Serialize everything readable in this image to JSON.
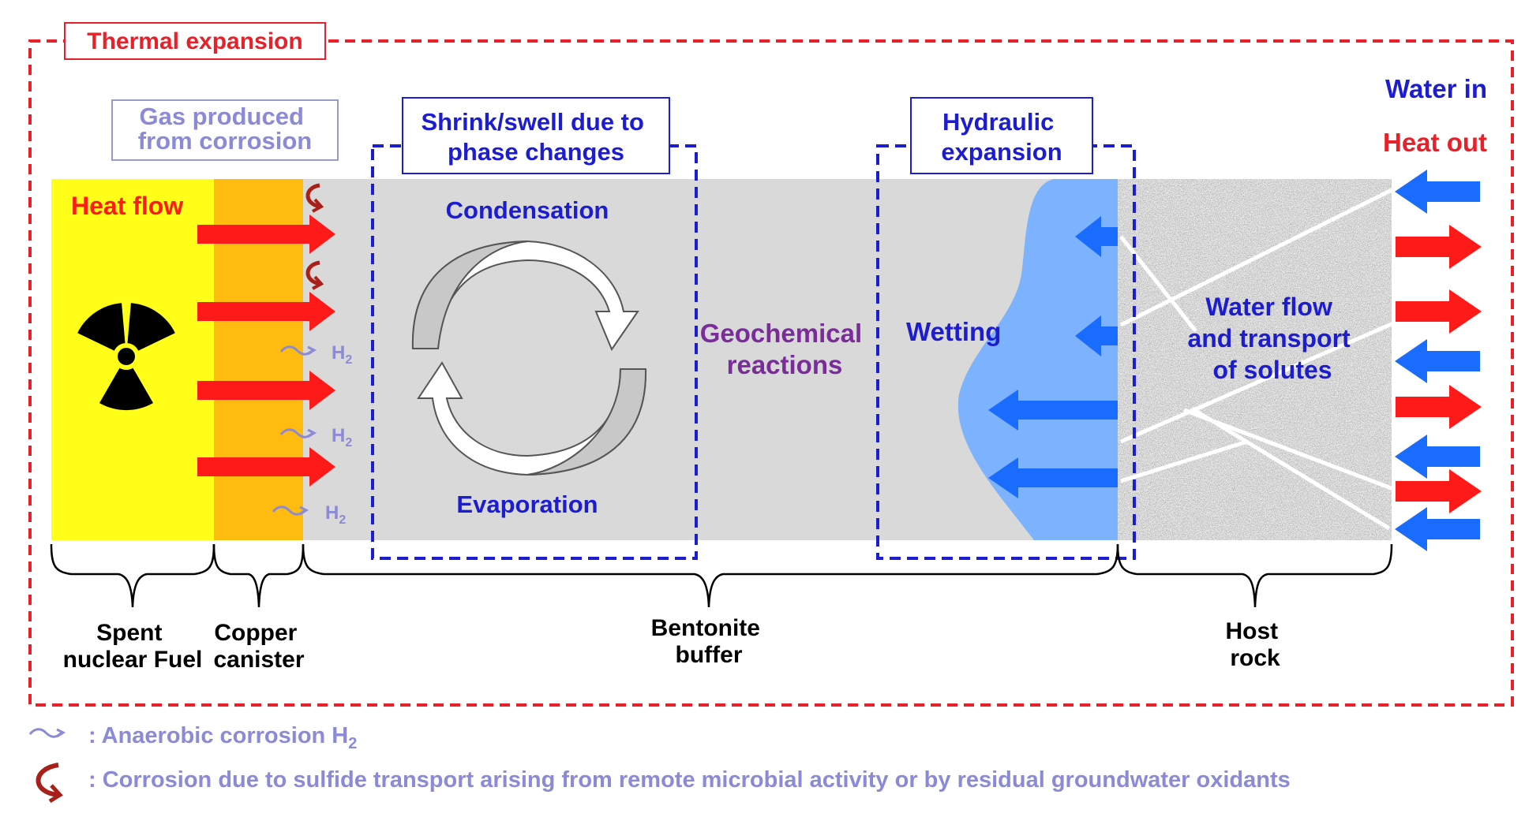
{
  "frame": {
    "title": "Thermal expansion"
  },
  "top_labels": {
    "gas": [
      "Gas produced",
      "from corrosion"
    ],
    "shrink": [
      "Shrink/swell due to",
      "phase changes"
    ],
    "hydraulic": [
      "Hydraulic",
      "expansion"
    ],
    "water_in": "Water in",
    "heat_out": "Heat out"
  },
  "inner": {
    "heat_flow": "Heat flow",
    "condensation": "Condensation",
    "evaporation": "Evaporation",
    "geochemical": [
      "Geochemical",
      "reactions"
    ],
    "wetting": "Wetting",
    "water_flow": [
      "Water flow",
      "and transport",
      "of solutes"
    ],
    "h2": "H",
    "h2_sub": "2"
  },
  "zones": {
    "fuel": [
      "Spent",
      "nuclear Fuel"
    ],
    "canister": [
      "Copper",
      "canister"
    ],
    "bentonite": [
      "Bentonite",
      "buffer"
    ],
    "rock": [
      "Host",
      "rock"
    ]
  },
  "legend": {
    "h2_text": ": Anaerobic corrosion H",
    "h2_sub": "2",
    "sulfide_text": ": Corrosion due to sulfide transport arising from remote microbial activity or by residual groundwater oxidants"
  },
  "colors": {
    "frame_red": "#e8202a",
    "fuel_yellow": "#ffff1a",
    "canister_orange": "#ffbb10",
    "bentonite_gray": "#d9d9d9",
    "heat_red": "#ff1a1a",
    "water_blue": "#1a6cff",
    "wet_blue": "#7db2ff",
    "label_blue": "#1c1cd0",
    "purple": "#7a2c9a",
    "lavender": "#8a8ad6"
  }
}
